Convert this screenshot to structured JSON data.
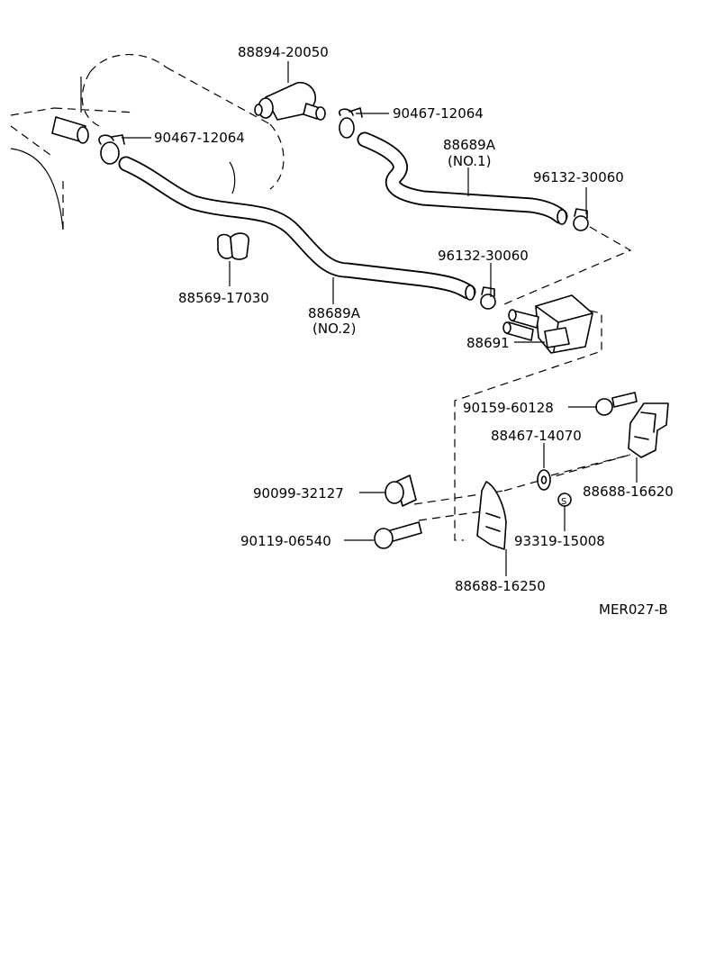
{
  "labels": {
    "p88894_20050": "88894-20050",
    "p90467_12064_right": "90467-12064",
    "p90467_12064_left": "90467-12064",
    "p88689A_no1": "88689A",
    "p88689A_no1_sub": "(NO.1)",
    "p96132_30060_upper": "96132-30060",
    "p96132_30060_lower": "96132-30060",
    "p88569_17030": "88569-17030",
    "p88689A_no2": "88689A",
    "p88689A_no2_sub": "(NO.2)",
    "p88691": "88691",
    "p90159_60128": "90159-60128",
    "p88467_14070": "88467-14070",
    "p88688_16620": "88688-16620",
    "p90099_32127": "90099-32127",
    "p90119_06540": "90119-06540",
    "p93319_15008": "93319-15008",
    "p88688_16250": "88688-16250",
    "diagram_code": "MER027-B"
  }
}
